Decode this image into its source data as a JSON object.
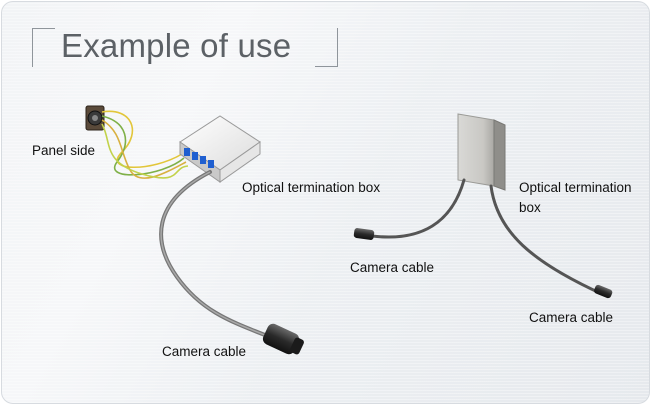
{
  "title": "Example of use",
  "labels": {
    "panel_side": "Panel side",
    "optical_box_left": "Optical termination box",
    "camera_cable_left": "Camera cable",
    "optical_box_right": "Optical termination box",
    "camera_cable_mid": "Camera cable",
    "camera_cable_right": "Camera cable"
  }
}
